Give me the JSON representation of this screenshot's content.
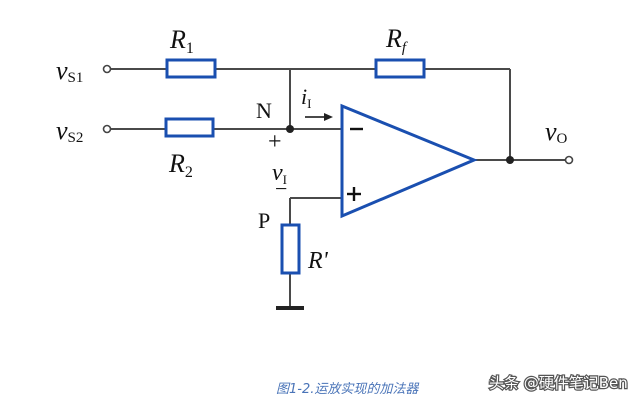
{
  "diagram": {
    "labels": {
      "vs1": "v",
      "vs1_sub": "S1",
      "vs2": "v",
      "vs2_sub": "S2",
      "r1": "R",
      "r1_sub": "1",
      "r2": "R",
      "r2_sub": "2",
      "rf": "R",
      "rf_sub": "f",
      "rp": "R'",
      "node_n": "N",
      "node_p": "P",
      "ii": "i",
      "ii_sub": "I",
      "vi": "v",
      "vi_sub": "I",
      "vo": "v",
      "vo_sub": "O",
      "minus_sign": "−",
      "plus_sign": "+"
    },
    "caption": "图1-2.运放实现的加法器"
  },
  "watermark": "头条 @硬件笔记Ben"
}
